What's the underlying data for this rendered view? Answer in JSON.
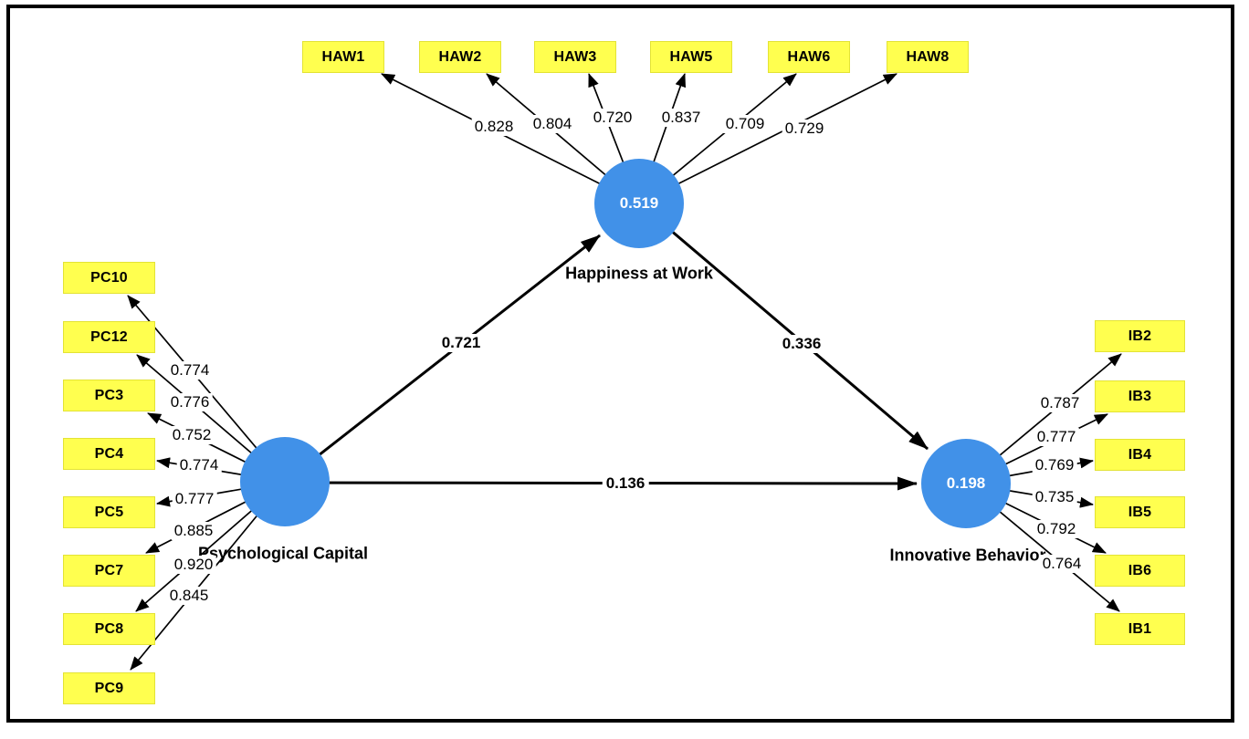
{
  "diagram": {
    "constructs": {
      "pc": {
        "label": "Psychological Capital"
      },
      "haw": {
        "label": "Happiness at Work",
        "value": "0.519"
      },
      "ib": {
        "label": "Innovative Behavior",
        "value": "0.198"
      }
    },
    "structural_paths": {
      "pc_to_haw": "0.721",
      "haw_to_ib": "0.336",
      "pc_to_ib": "0.136"
    },
    "indicators": {
      "haw": [
        {
          "name": "HAW1",
          "loading": "0.828"
        },
        {
          "name": "HAW2",
          "loading": "0.804"
        },
        {
          "name": "HAW3",
          "loading": "0.720"
        },
        {
          "name": "HAW5",
          "loading": "0.837"
        },
        {
          "name": "HAW6",
          "loading": "0.709"
        },
        {
          "name": "HAW8",
          "loading": "0.729"
        }
      ],
      "pc": [
        {
          "name": "PC10",
          "loading": "0.774"
        },
        {
          "name": "PC12",
          "loading": "0.776"
        },
        {
          "name": "PC3",
          "loading": "0.752"
        },
        {
          "name": "PC4",
          "loading": "0.774"
        },
        {
          "name": "PC5",
          "loading": "0.777"
        },
        {
          "name": "PC7",
          "loading": "0.885"
        },
        {
          "name": "PC8",
          "loading": "0.920"
        },
        {
          "name": "PC9",
          "loading": "0.845"
        }
      ],
      "ib": [
        {
          "name": "IB2",
          "loading": "0.787"
        },
        {
          "name": "IB3",
          "loading": "0.777"
        },
        {
          "name": "IB4",
          "loading": "0.769"
        },
        {
          "name": "IB5",
          "loading": "0.735"
        },
        {
          "name": "IB6",
          "loading": "0.792"
        },
        {
          "name": "IB1",
          "loading": "0.764"
        }
      ]
    },
    "colors": {
      "indicator_fill": "#ffff4f",
      "construct_fill": "#4191e8",
      "line": "#000000"
    }
  }
}
